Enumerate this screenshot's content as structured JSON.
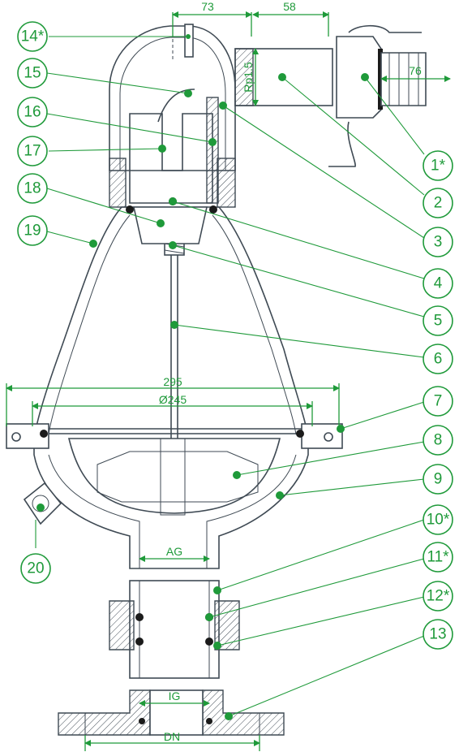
{
  "dimensions": {
    "d73": "73",
    "d58": "58",
    "rp": "Rp1.5",
    "d76": "76",
    "d295": "295",
    "d245": "Ø245",
    "ag": "AG",
    "ig": "IG",
    "dn": "DN"
  },
  "callouts": [
    "14*",
    "15",
    "16",
    "17",
    "18",
    "19",
    "20",
    "1*",
    "2",
    "3",
    "4",
    "5",
    "6",
    "7",
    "8",
    "9",
    "10*",
    "11*",
    "12*",
    "13"
  ],
  "colors": {
    "dimension_green": "#1f9a3a",
    "outline": "#3f4a54"
  }
}
